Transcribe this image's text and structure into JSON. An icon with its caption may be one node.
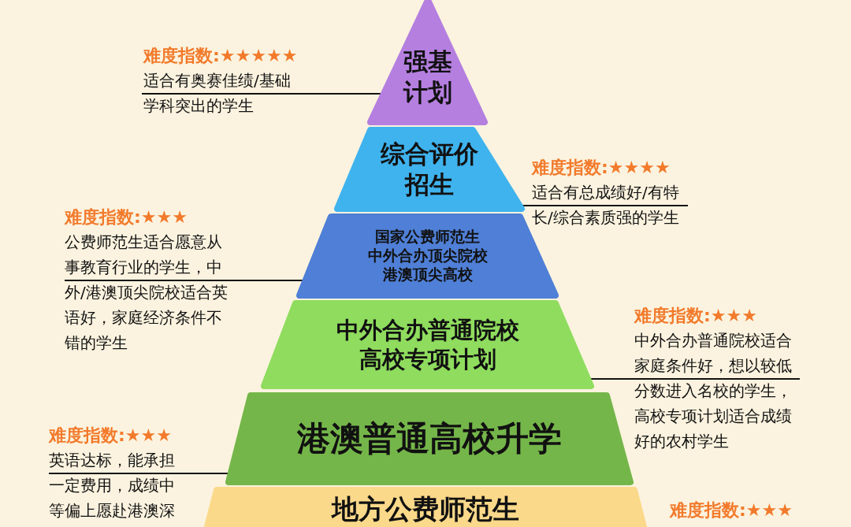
{
  "diagram": {
    "nodes": [
      {
        "text": [
          "强基计划"
        ]
      },
      {
        "text": [
          "综合评价招生"
        ]
      },
      {
        "text": [
          "国家公费师范生",
          "中外合办顶尖院校",
          "港澳顶尖高校"
        ]
      },
      {
        "text": [
          "中外合办普通院校",
          "高校专项计划"
        ]
      },
      {
        "text": [
          "港澳普通高校升学"
        ]
      },
      {
        "text": [
          "地方公费师范生"
        ]
      },
      {
        "text": [
          "难度指数:★★★★★",
          "适合有奥赛佳绩/基础学科突出的学生"
        ]
      },
      {
        "text": [
          "难度指数:★★★★",
          "适合有总成绩好/有特长/综合素质强的学生"
        ]
      },
      {
        "text": [
          "难度指数:★★★",
          "公费师范生适合愿意从事教育行业的学生，中外/港澳顶尖院校适合英语好，家庭经济条件不错的学生"
        ]
      },
      {
        "text": [
          "难度指数:★★★",
          "中外合办普通院校适合家庭条件好，想以较低分数进入名校的学生，高校专项计划适合成绩好的农村学生"
        ]
      },
      {
        "text": [
          "难度指数:★★★",
          "英语达标，能承担一定费用，成绩中等偏上愿赴港澳深"
        ]
      }
    ],
    "edges": [
      {
        "from": 6,
        "to": 0,
        "arrow": "none"
      },
      {
        "from": 7,
        "to": 1,
        "arrow": "none"
      },
      {
        "from": 8,
        "to": 2,
        "arrow": "none"
      },
      {
        "from": 9,
        "to": 3,
        "arrow": "none"
      },
      {
        "from": 10,
        "to": 4,
        "arrow": "none"
      }
    ],
    "labels": [
      "难度指数:★★★"
    ]
  }
}
